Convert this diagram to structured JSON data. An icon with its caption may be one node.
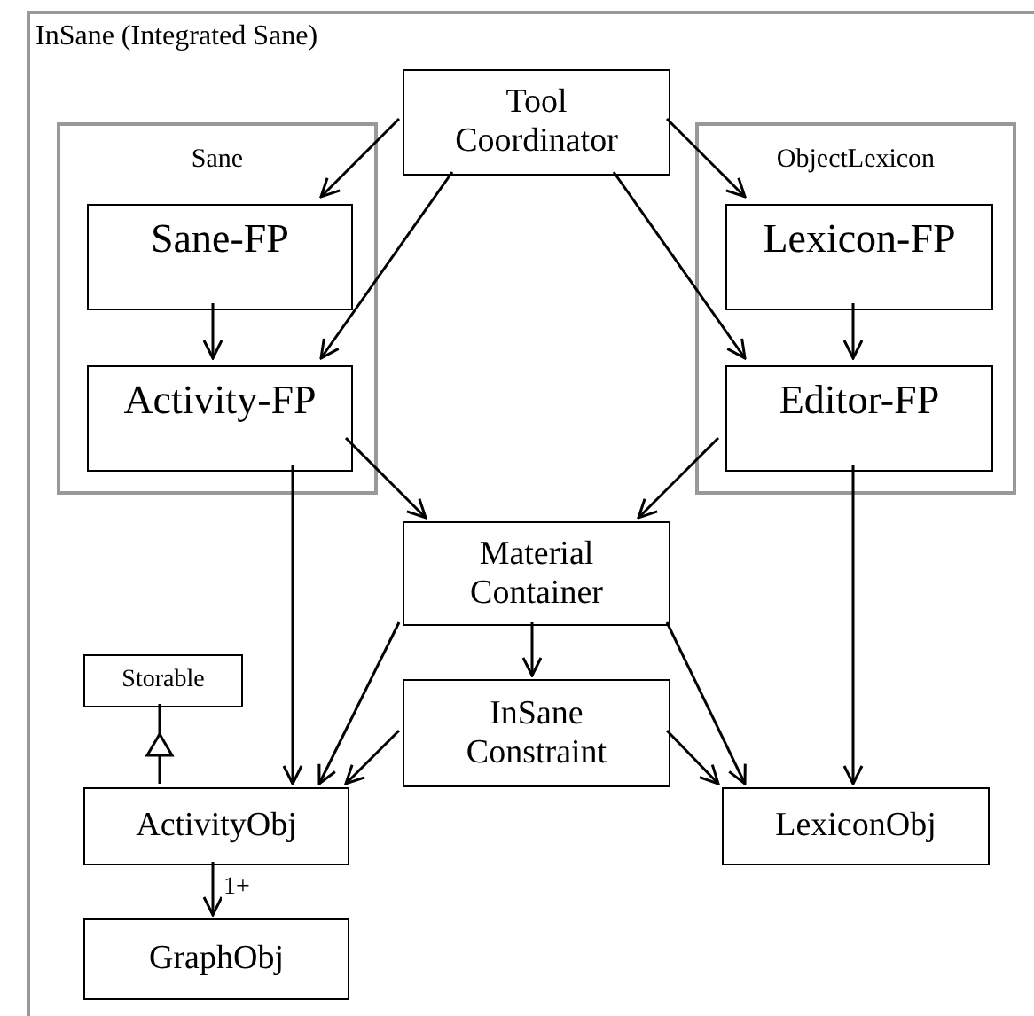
{
  "diagram": {
    "nodes": [
      {
        "text": [
          "InSane (Integrated Sane)"
        ]
      },
      {
        "text": [
          "Tool Coordinator"
        ],
        "in": 0
      },
      {
        "text": [
          "Sane"
        ],
        "in": 0
      },
      {
        "text": [
          "ObjectLexicon"
        ],
        "in": 0
      },
      {
        "text": [
          "Sane-FP"
        ],
        "in": 2
      },
      {
        "text": [
          "Lexicon-FP"
        ],
        "in": 3
      },
      {
        "text": [
          "Activity-FP"
        ],
        "in": 2
      },
      {
        "text": [
          "Editor-FP"
        ],
        "in": 3
      },
      {
        "text": [
          "Material Container"
        ],
        "in": 0
      },
      {
        "text": [
          "Storable"
        ],
        "in": 0
      },
      {
        "text": [
          "InSane Constraint"
        ],
        "in": 0
      },
      {
        "text": [
          "ActivityObj"
        ],
        "in": 0
      },
      {
        "text": [
          "LexiconObj"
        ],
        "in": 0
      },
      {
        "text": [
          "GraphObj"
        ],
        "in": 0
      }
    ],
    "edges": [
      {
        "from": 1,
        "to": 4,
        "arrow": "to"
      },
      {
        "from": 1,
        "to": 6,
        "arrow": "to"
      },
      {
        "from": 1,
        "to": 5,
        "arrow": "to"
      },
      {
        "from": 1,
        "to": 7,
        "arrow": "to"
      },
      {
        "from": 4,
        "to": 6,
        "arrow": "to"
      },
      {
        "from": 5,
        "to": 7,
        "arrow": "to"
      },
      {
        "from": 6,
        "to": 8,
        "arrow": "to"
      },
      {
        "from": 7,
        "to": 8,
        "arrow": "to"
      },
      {
        "from": 6,
        "to": 11,
        "arrow": "to"
      },
      {
        "from": 7,
        "to": 12,
        "arrow": "to"
      },
      {
        "from": 8,
        "to": 11,
        "arrow": "to"
      },
      {
        "from": 8,
        "to": 10,
        "arrow": "to"
      },
      {
        "from": 8,
        "to": 12,
        "arrow": "to"
      },
      {
        "from": 10,
        "to": 11,
        "arrow": "to"
      },
      {
        "from": 10,
        "to": 12,
        "arrow": "to"
      },
      {
        "from": 11,
        "to": 9,
        "arrow": "to"
      },
      {
        "from": 11,
        "to": 13,
        "arrow": "to",
        "label": "1+"
      }
    ]
  }
}
